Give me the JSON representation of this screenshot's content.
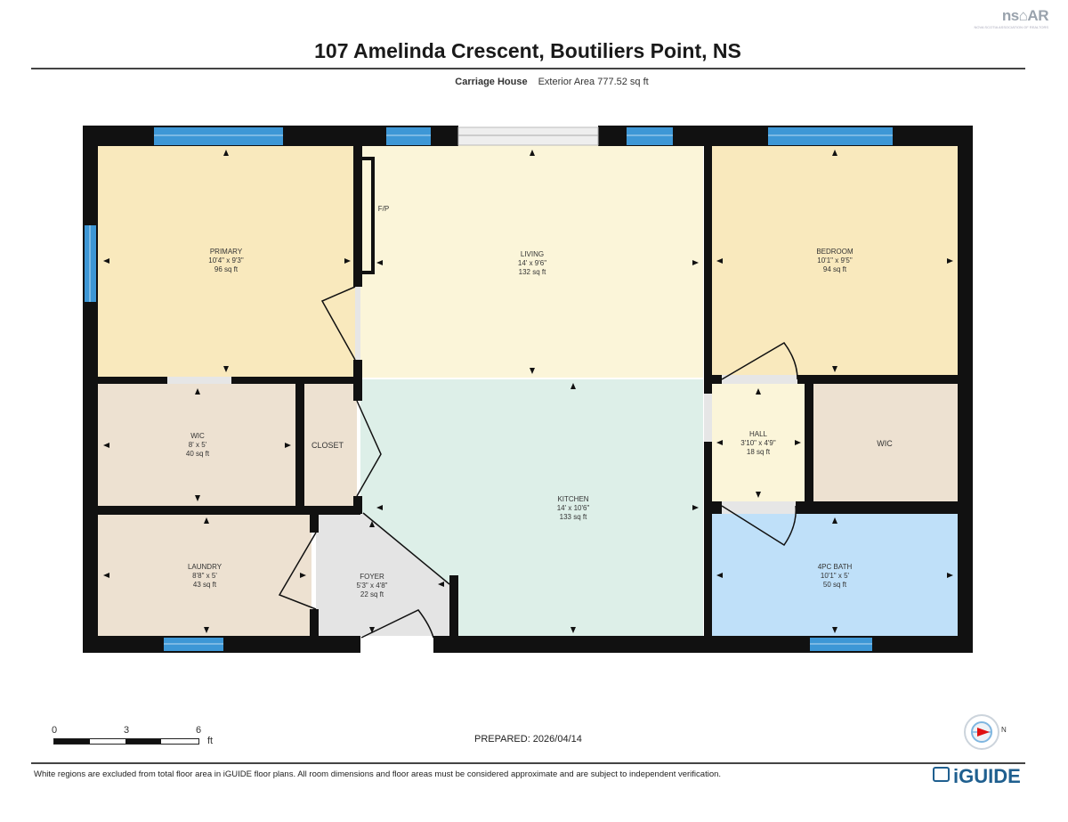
{
  "header": {
    "title": "107 Amelinda Crescent, Boutiliers Point, NS",
    "building": "Carriage House",
    "exterior_area": "Exterior Area 777.52 sq ft"
  },
  "logo": {
    "text": "ns⌂AR",
    "sub": "NOVA SCOTIA ASSOCIATION OF REALTORS"
  },
  "rooms": {
    "primary": {
      "name": "PRIMARY",
      "dims": "10'4\" x 9'3\"",
      "area": "96 sq ft"
    },
    "living": {
      "name": "LIVING",
      "dims": "14' x 9'6\"",
      "area": "132 sq ft"
    },
    "fp": {
      "name": "F/P"
    },
    "bedroom": {
      "name": "BEDROOM",
      "dims": "10'1\" x 9'5\"",
      "area": "94 sq ft"
    },
    "wic1": {
      "name": "WIC",
      "dims": "8' x 5'",
      "area": "40 sq ft"
    },
    "closet": {
      "name": "CLOSET"
    },
    "kitchen": {
      "name": "KITCHEN",
      "dims": "14' x 10'6\"",
      "area": "133 sq ft"
    },
    "hall": {
      "name": "HALL",
      "dims": "3'10\" x 4'9\"",
      "area": "18 sq ft"
    },
    "wic2": {
      "name": "WIC"
    },
    "laundry": {
      "name": "LAUNDRY",
      "dims": "8'8\" x 5'",
      "area": "43 sq ft"
    },
    "foyer": {
      "name": "FOYER",
      "dims": "5'3\" x 4'8\"",
      "area": "22 sq ft"
    },
    "bath": {
      "name": "4PC BATH",
      "dims": "10'1\" x 5'",
      "area": "50 sq ft"
    }
  },
  "colors": {
    "primary": "#f9e9bd",
    "living": "#fbf5d9",
    "bedroom": "#f9e9bd",
    "wic": "#ede1d1",
    "closet": "#ede1d1",
    "kitchen": "#ddefe8",
    "hall": "#fbf5d9",
    "laundry": "#ede1d1",
    "foyer": "#e4e4e4",
    "bath": "#bfe0f9",
    "wall": "#111111",
    "window": "#3d97d6"
  },
  "scale": {
    "labels": [
      "0",
      "3",
      "6"
    ],
    "unit": "ft"
  },
  "prepared": "PREPARED: 2026/04/14",
  "compass": {
    "north": "N"
  },
  "footer": {
    "disclaimer": "White regions are excluded from total floor area in iGUIDE floor plans. All room dimensions and floor areas must be considered approximate and are subject to independent verification.",
    "brand": "iGUIDE"
  }
}
